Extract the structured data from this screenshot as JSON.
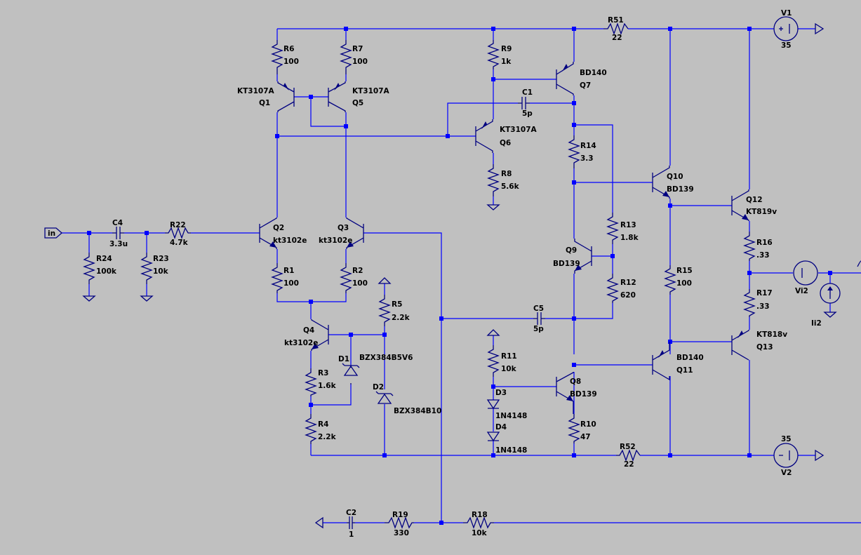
{
  "sources": {
    "V1": {
      "name": "V1",
      "value": "35"
    },
    "V2": {
      "name": "V2",
      "value": "35"
    },
    "Vi2": {
      "name": "Vi2"
    },
    "Ii2": {
      "name": "Ii2"
    }
  },
  "ports": {
    "in": "in"
  },
  "resistors": {
    "R6": {
      "name": "R6",
      "value": "100"
    },
    "R7": {
      "name": "R7",
      "value": "100"
    },
    "R9": {
      "name": "R9",
      "value": "1k"
    },
    "R51": {
      "name": "R51",
      "value": "22"
    },
    "R8": {
      "name": "R8",
      "value": "5.6k"
    },
    "R14": {
      "name": "R14",
      "value": "3.3"
    },
    "R13": {
      "name": "R13",
      "value": "1.8k"
    },
    "R12": {
      "name": "R12",
      "value": "620"
    },
    "R15": {
      "name": "R15",
      "value": "100"
    },
    "R16": {
      "name": "R16",
      "value": ".33"
    },
    "R17": {
      "name": "R17",
      "value": ".33"
    },
    "R22": {
      "name": "R22",
      "value": "4.7k"
    },
    "R24": {
      "name": "R24",
      "value": "100k"
    },
    "R23": {
      "name": "R23",
      "value": "10k"
    },
    "R1": {
      "name": "R1",
      "value": "100"
    },
    "R2": {
      "name": "R2",
      "value": "100"
    },
    "R5": {
      "name": "R5",
      "value": "2.2k"
    },
    "R3": {
      "name": "R3",
      "value": "1.6k"
    },
    "R4": {
      "name": "R4",
      "value": "2.2k"
    },
    "R11": {
      "name": "R11",
      "value": "10k"
    },
    "R10": {
      "name": "R10",
      "value": "47"
    },
    "R52": {
      "name": "R52",
      "value": "22"
    },
    "R19": {
      "name": "R19",
      "value": "330"
    },
    "R18": {
      "name": "R18",
      "value": "10k"
    }
  },
  "capacitors": {
    "C1": {
      "name": "C1",
      "value": "5p"
    },
    "C4": {
      "name": "C4",
      "value": "3.3u"
    },
    "C5": {
      "name": "C5",
      "value": "5p"
    },
    "C2": {
      "name": "C2",
      "value": "1"
    }
  },
  "transistors": {
    "Q1": {
      "name": "Q1",
      "model": "KT3107A"
    },
    "Q5": {
      "name": "Q5",
      "model": "KT3107A"
    },
    "Q6": {
      "name": "Q6",
      "model": "KT3107A"
    },
    "Q7": {
      "name": "Q7",
      "model": "BD140"
    },
    "Q10": {
      "name": "Q10",
      "model": "BD139"
    },
    "Q12": {
      "name": "Q12",
      "model": "KT819v"
    },
    "Q2": {
      "name": "Q2",
      "model": "kt3102e"
    },
    "Q3": {
      "name": "Q3",
      "model": "kt3102e"
    },
    "Q9": {
      "name": "Q9",
      "model": "BD139"
    },
    "Q4": {
      "name": "Q4",
      "model": "kt3102e"
    },
    "Q8": {
      "name": "Q8",
      "model": "BD139"
    },
    "Q11": {
      "name": "Q11",
      "model": "BD140"
    },
    "Q13": {
      "name": "Q13",
      "model": "KT818v"
    }
  },
  "diodes": {
    "D1": {
      "name": "D1",
      "model": "BZX384B5V6"
    },
    "D2": {
      "name": "D2",
      "model": "BZX384B10"
    },
    "D3": {
      "name": "D3",
      "model": "1N4148"
    },
    "D4": {
      "name": "D4",
      "model": "1N4148"
    }
  }
}
